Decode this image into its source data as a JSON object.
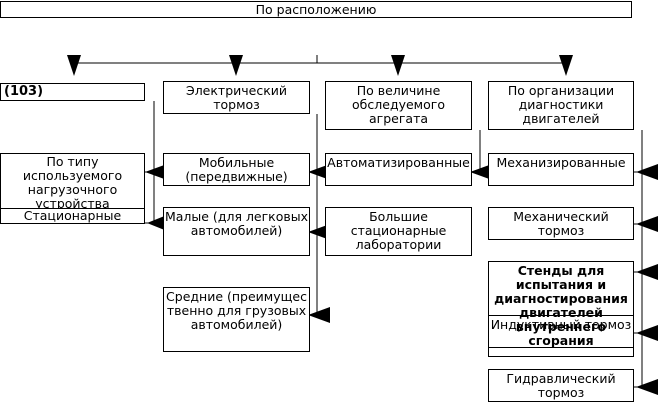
{
  "title": "По расположению",
  "boxes": {
    "b103": "(103)",
    "elec_brake": "Электрический тормоз",
    "by_size": "По величине обследуемого агрегата",
    "by_org": "По организации диагностики двигателей",
    "by_load": "По типу используемого нагрузочного устройства",
    "stationary": "Стационарные",
    "mobile": "Мобильные (передвижные)",
    "automated": "Автоматизированные",
    "mechanized": "Механизированные",
    "small": "Малые (для легковых автомобилей)",
    "large": "Большие стационарные лаборатории",
    "mech_brake": "Механический тормоз",
    "stands": "Стенды для испытания и диагностирования двигателей внутреннего сгорания",
    "inductive": "Индуктивный тормоз",
    "medium": "Средние (преимущественно для грузовых автомобилей)",
    "hydraulic": "Гидравлический тормоз"
  }
}
